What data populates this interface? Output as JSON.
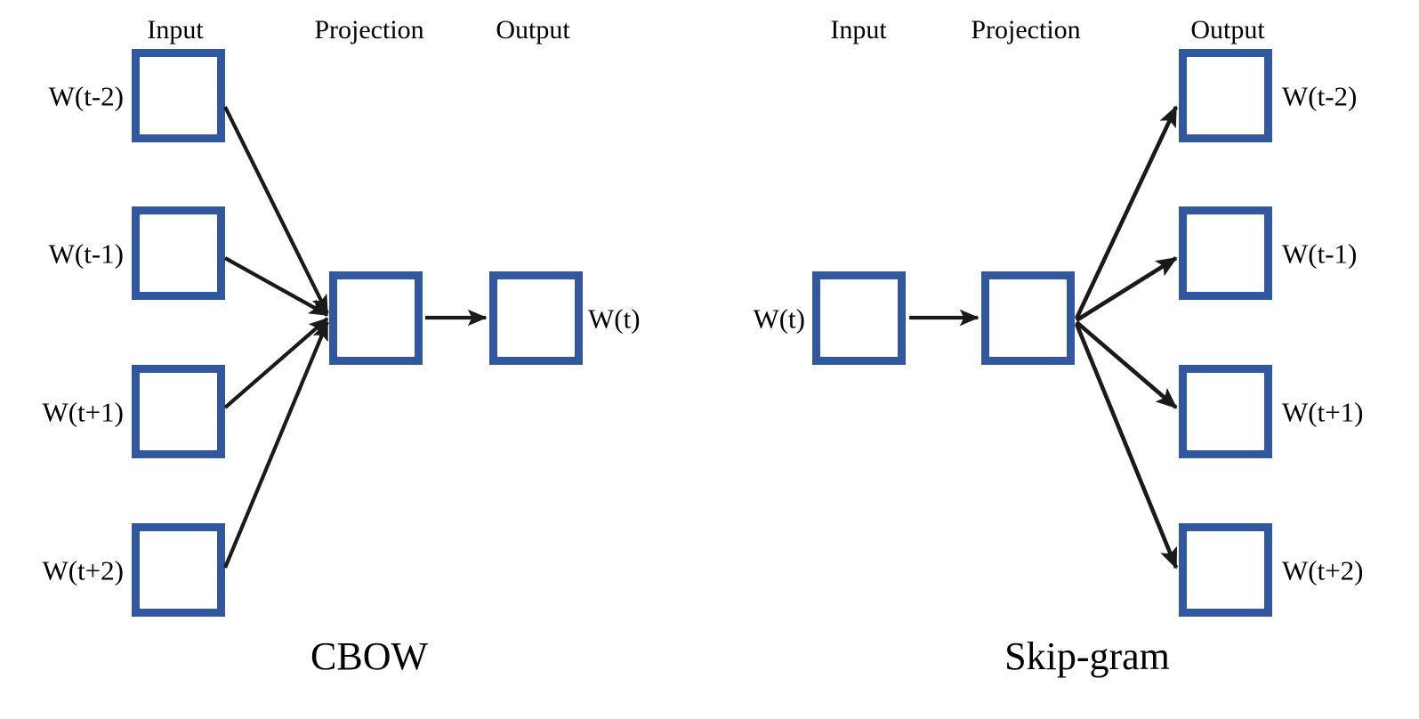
{
  "figure": {
    "accent_color": "#31579e",
    "line_color": "#1a1a1a",
    "background": "#ffffff"
  },
  "diagrams": [
    {
      "id": "cbow",
      "title": "CBOW",
      "column_labels": {
        "input": "Input",
        "projection": "Projection",
        "output": "Output"
      },
      "input_nodes": [
        {
          "label": "W(t-2)"
        },
        {
          "label": "W(t-1)"
        },
        {
          "label": "W(t+1)"
        },
        {
          "label": "W(t+2)"
        }
      ],
      "projection_node": {
        "label": ""
      },
      "output_nodes": [
        {
          "label": "W(t)"
        }
      ],
      "flow": "inputs-to-projection-to-output"
    },
    {
      "id": "skipgram",
      "title": "Skip-gram",
      "column_labels": {
        "input": "Input",
        "projection": "Projection",
        "output": "Output"
      },
      "input_nodes": [
        {
          "label": "W(t)"
        }
      ],
      "projection_node": {
        "label": ""
      },
      "output_nodes": [
        {
          "label": "W(t-2)"
        },
        {
          "label": "W(t-1)"
        },
        {
          "label": "W(t+1)"
        },
        {
          "label": "W(t+2)"
        }
      ],
      "flow": "input-to-projection-to-outputs"
    }
  ]
}
